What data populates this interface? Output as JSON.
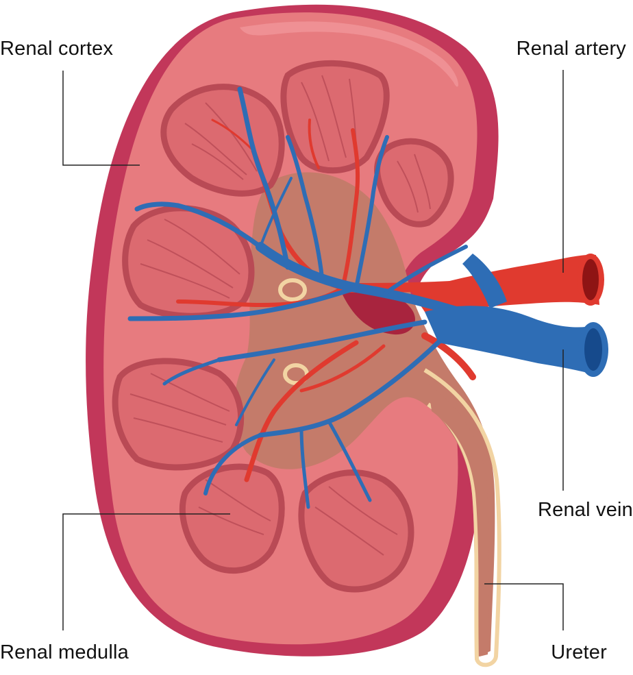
{
  "diagram": {
    "labels": {
      "renal_cortex": "Renal cortex",
      "renal_artery": "Renal artery",
      "renal_vein": "Renal vein",
      "renal_medulla": "Renal medulla",
      "ureter": "Ureter"
    },
    "colors": {
      "capsule": "#c2375a",
      "cortex": "#e77b7f",
      "pyramid": "#dc6a70",
      "pyramid_stroke": "#b94a55",
      "pelvis": "#c47b6a",
      "artery": "#e03a2f",
      "artery_dark": "#8e1414",
      "vein": "#2e6db5",
      "vein_dark": "#164a8c",
      "ureter_outline": "#f2d4a3",
      "leader_line": "#222222"
    }
  }
}
